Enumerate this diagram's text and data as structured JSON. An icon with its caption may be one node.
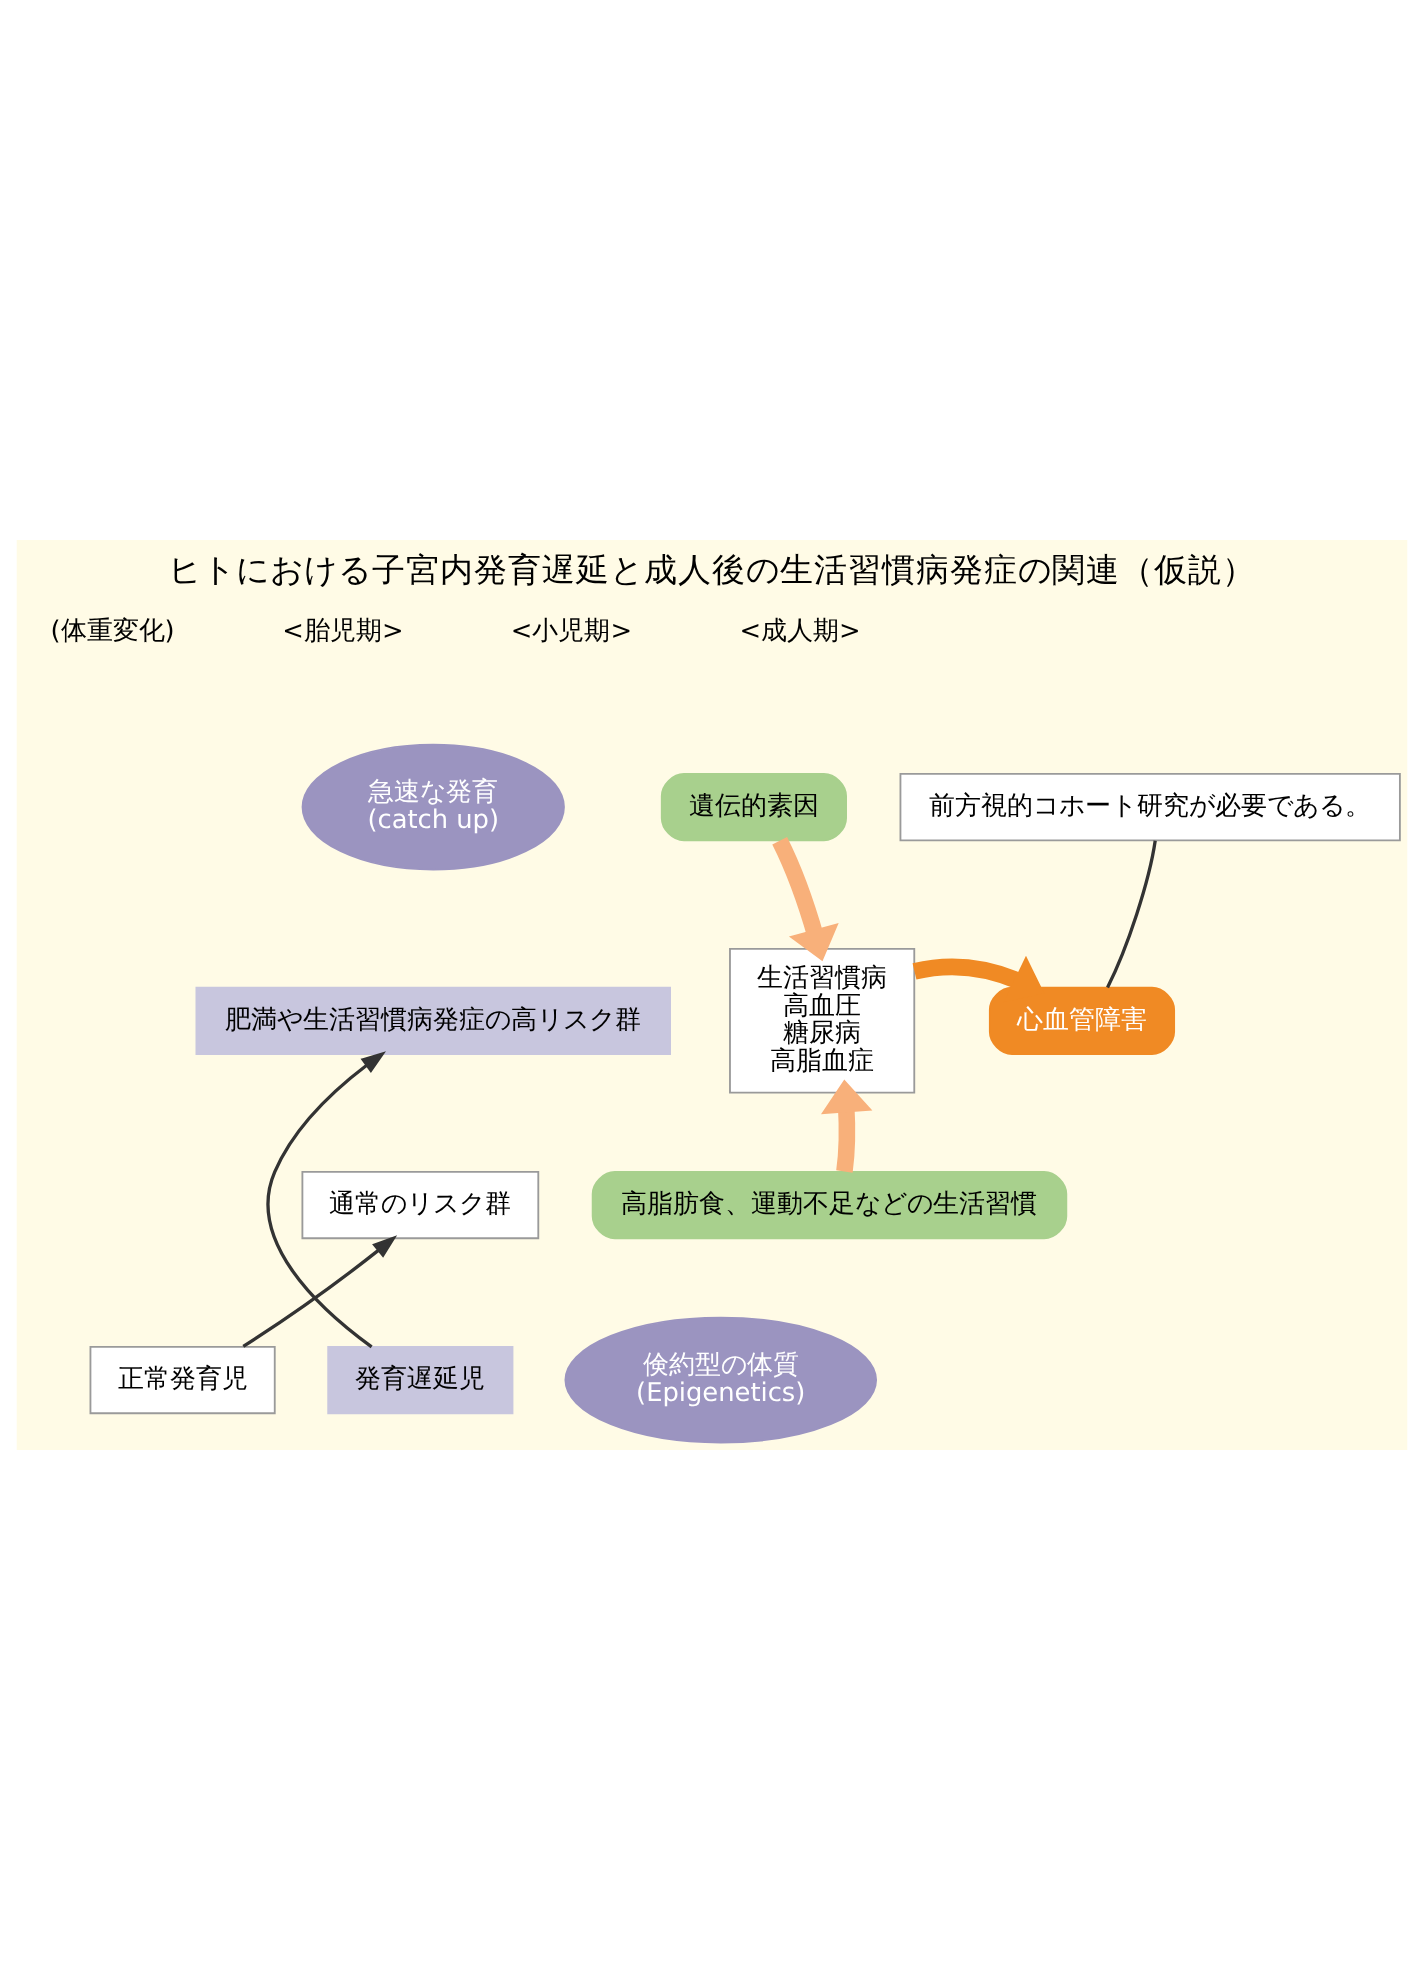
{
  "diagram": {
    "title": "ヒトにおける子宮内発育遅延と成人後の生活習慣病発症の関連（仮説）",
    "nodes": [
      {
        "text": [
          "正常発育児"
        ]
      },
      {
        "text": [
          "発育遅延児"
        ]
      },
      {
        "text": [
          "肥満や生活習慣病発症の高リスク群"
        ]
      },
      {
        "text": [
          "通常のリスク群"
        ]
      },
      {
        "text": [
          "遺伝的素因"
        ]
      },
      {
        "text": [
          "生活習慣病",
          "高血圧",
          "糖尿病",
          "高脂血症"
        ]
      },
      {
        "text": [
          "高脂肪食、運動不足などの生活習慣"
        ]
      },
      {
        "text": [
          "心血管障害"
        ]
      },
      {
        "text": [
          "前方視的コホート研究が必要である。"
        ]
      },
      {
        "text": [
          "急速な発育",
          "(catch up)"
        ]
      },
      {
        "text": [
          "倹約型の体質",
          "(Epigenetics)"
        ]
      }
    ],
    "edges": [
      {
        "from": 0,
        "to": 3,
        "arrow": "to"
      },
      {
        "from": 1,
        "to": 2,
        "arrow": "to"
      },
      {
        "from": 4,
        "to": 5,
        "arrow": "to",
        "style": "thick",
        "color": "#f8b07a"
      },
      {
        "from": 6,
        "to": 5,
        "arrow": "to",
        "style": "thick",
        "color": "#f8b07a"
      },
      {
        "from": 5,
        "to": 7,
        "arrow": "to",
        "style": "thick",
        "color": "#f08a24"
      },
      {
        "from": 8,
        "to": 7,
        "arrow": "none"
      }
    ],
    "labels": [
      "<胎児期>",
      "<小児期>",
      "<成人期>",
      "(体重変化)"
    ]
  }
}
